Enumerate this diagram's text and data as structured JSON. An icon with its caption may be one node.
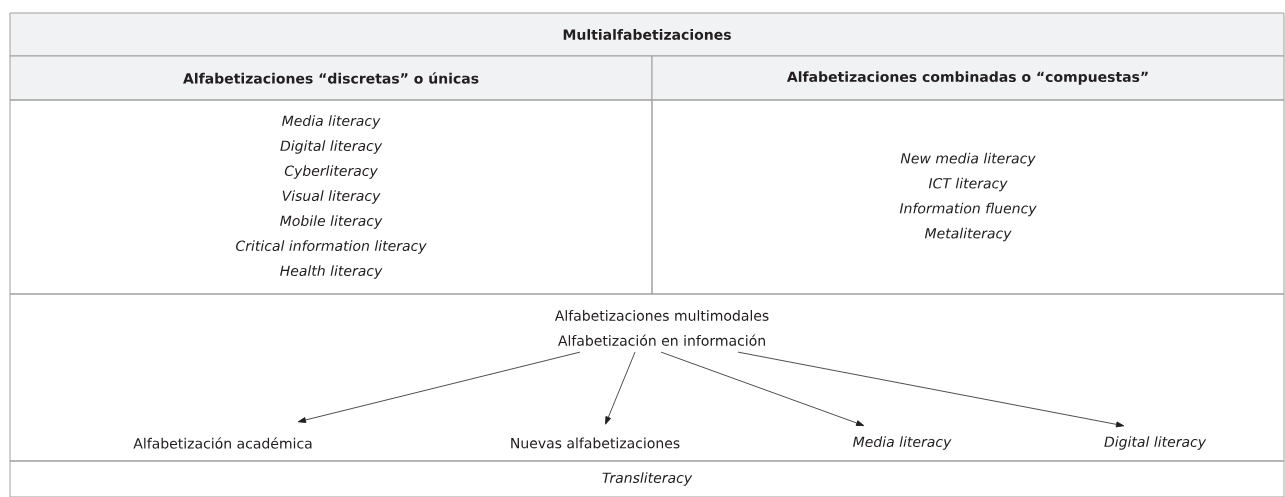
{
  "diagram": {
    "nodes": [
      {
        "text": [
          "Multialfabetizaciones"
        ]
      },
      {
        "text": [
          "Alfabetizaciones “discretas” o únicas"
        ]
      },
      {
        "text": [
          "Alfabetizaciones combinadas o “compuestas”"
        ]
      },
      {
        "text": [
          "Media literacy",
          "Digital literacy",
          "Cyberliteracy",
          "Visual literacy",
          "Mobile literacy",
          "Critical information literacy",
          "Health literacy"
        ]
      },
      {
        "text": [
          "New media literacy",
          "ICT literacy",
          "Information fluency",
          "Metaliteracy"
        ]
      },
      {
        "text": [],
        "shape": "box"
      },
      {
        "text": [
          "Alfabetizaciones multimodales",
          "Alfabetización en información"
        ],
        "in": 5
      },
      {
        "text": [
          "Alfabetización académica"
        ],
        "in": 5
      },
      {
        "text": [
          "Nuevas alfabetizaciones"
        ],
        "in": 5
      },
      {
        "text": [
          "Media literacy"
        ],
        "in": 5
      },
      {
        "text": [
          "Digital literacy"
        ],
        "in": 5
      },
      {
        "text": [
          "Transliteracy"
        ]
      }
    ],
    "edges": [
      {
        "from": 6,
        "to": 7,
        "arrow": "to"
      },
      {
        "from": 6,
        "to": 8,
        "arrow": "to"
      },
      {
        "from": 6,
        "to": 9,
        "arrow": "to"
      },
      {
        "from": 6,
        "to": 10,
        "arrow": "to"
      }
    ]
  }
}
